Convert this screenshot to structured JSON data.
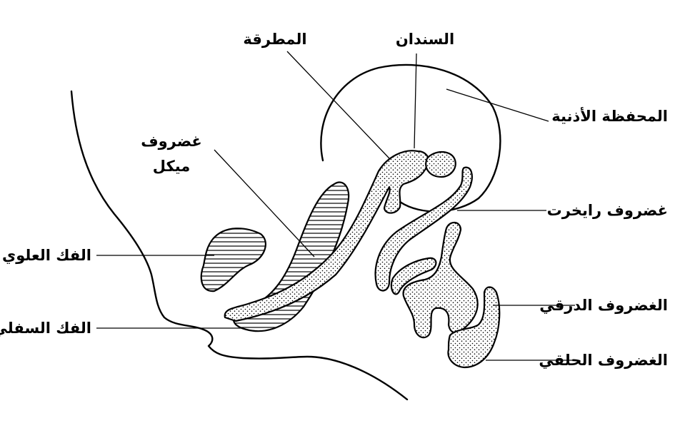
{
  "labels": {
    "hammer": "المطرقة",
    "anvil": "السندان",
    "otic_capsule": "المحفظة الأذنية",
    "meckel_line1": "غضروف",
    "meckel_line2": "ميكل",
    "reichert": "غضروف رايخرت",
    "maxilla": "الفك العلوي",
    "mandible": "الفك السفلي",
    "thyroid": "الغضروف الدرقي",
    "cricoid": "الغضروف الحلقي"
  },
  "colors": {
    "ink": "#000000",
    "background": "#ffffff"
  }
}
